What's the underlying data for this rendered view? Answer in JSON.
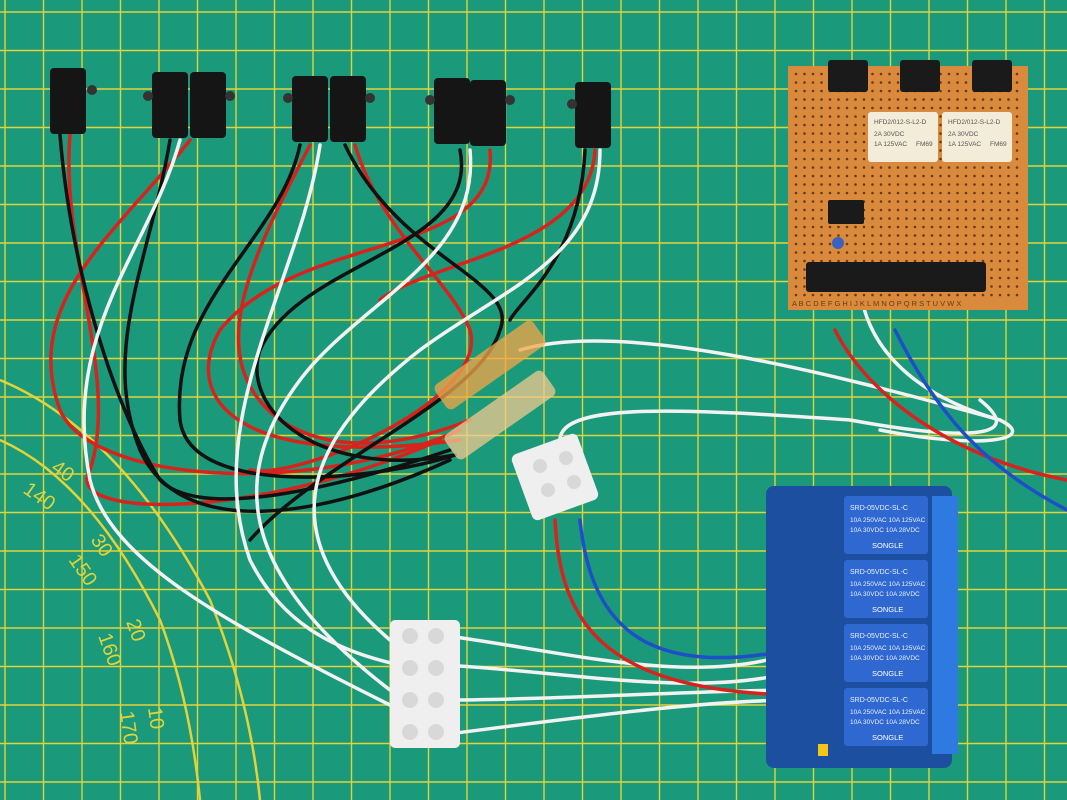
{
  "photo": {
    "subject": "Microswitches wired to a stripboard relay circuit and a 4-channel relay module on a green cutting mat"
  },
  "mat": {
    "arc_numbers": [
      "40",
      "140",
      "30",
      "150",
      "20",
      "160",
      "10",
      "170"
    ]
  },
  "relays_small": [
    {
      "part": "HFD2/012-S-L2-D",
      "line1": "2A 30VDC",
      "line2": "1A 125VAC",
      "code": "FM69"
    },
    {
      "part": "HFD2/012-S-L2-D",
      "line1": "2A 30VDC",
      "line2": "1A 125VAC",
      "code": "FM69"
    }
  ],
  "stripboard": {
    "row_letters": "A B C D E F G H I J K L M N O P Q R S T U V W X"
  },
  "relay_module": {
    "relay_model": "SRD-05VDC-SL-C",
    "brand": "SONGLE",
    "rating1": "10A 250VAC",
    "rating2": "10A 125VAC",
    "rating3": "10A 30VDC",
    "rating4": "10A 28VDC"
  },
  "colors": {
    "mat": "#1a9a7a",
    "grid": "#e3d33a",
    "stripboard": "#d98a3c",
    "module": "#1d4fa0",
    "relay": "#2f68d0"
  }
}
